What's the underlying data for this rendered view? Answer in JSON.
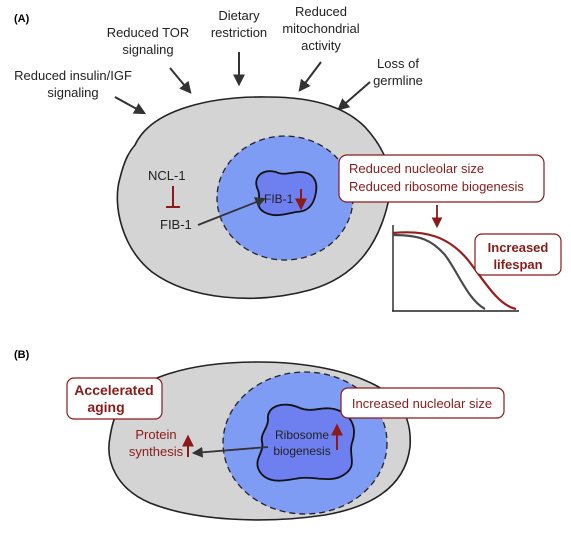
{
  "panel_a": {
    "label": "(A)",
    "interventions": [
      {
        "lines": [
          "Reduced insulin/IGF",
          "signaling"
        ]
      },
      {
        "lines": [
          "Reduced TOR",
          "signaling"
        ]
      },
      {
        "lines": [
          "Dietary",
          "restriction"
        ]
      },
      {
        "lines": [
          "Reduced",
          "mitochondrial",
          "activity"
        ]
      },
      {
        "lines": [
          "Loss of",
          "germline"
        ]
      }
    ],
    "ncl1": "NCL-1",
    "fib1_out": "FIB-1",
    "fib1_in": "FIB-1",
    "effects_box": [
      "Reduced nucleolar size",
      "Reduced ribosome biogenesis"
    ],
    "lifespan_box": [
      "Increased",
      "lifespan"
    ]
  },
  "panel_b": {
    "label": "(B)",
    "aging_box": [
      "Accelerated",
      "aging"
    ],
    "nucleolar_box": "Increased nucleolar size",
    "ribosome": [
      "Ribosome",
      "biogenesis"
    ],
    "protein": [
      "Protein",
      "synthesis"
    ]
  },
  "colors": {
    "cell": "#d4d4d4",
    "nucleus": "#7f9cf5",
    "nucleolus": "#6e7ff0",
    "accent": "#8b1a1a",
    "survival_long": "#9a1d1d",
    "survival_short": "#4a4a4a"
  },
  "icons": [
    "arrow-down-icon",
    "inhibit-icon",
    "up-arrow-icon"
  ]
}
